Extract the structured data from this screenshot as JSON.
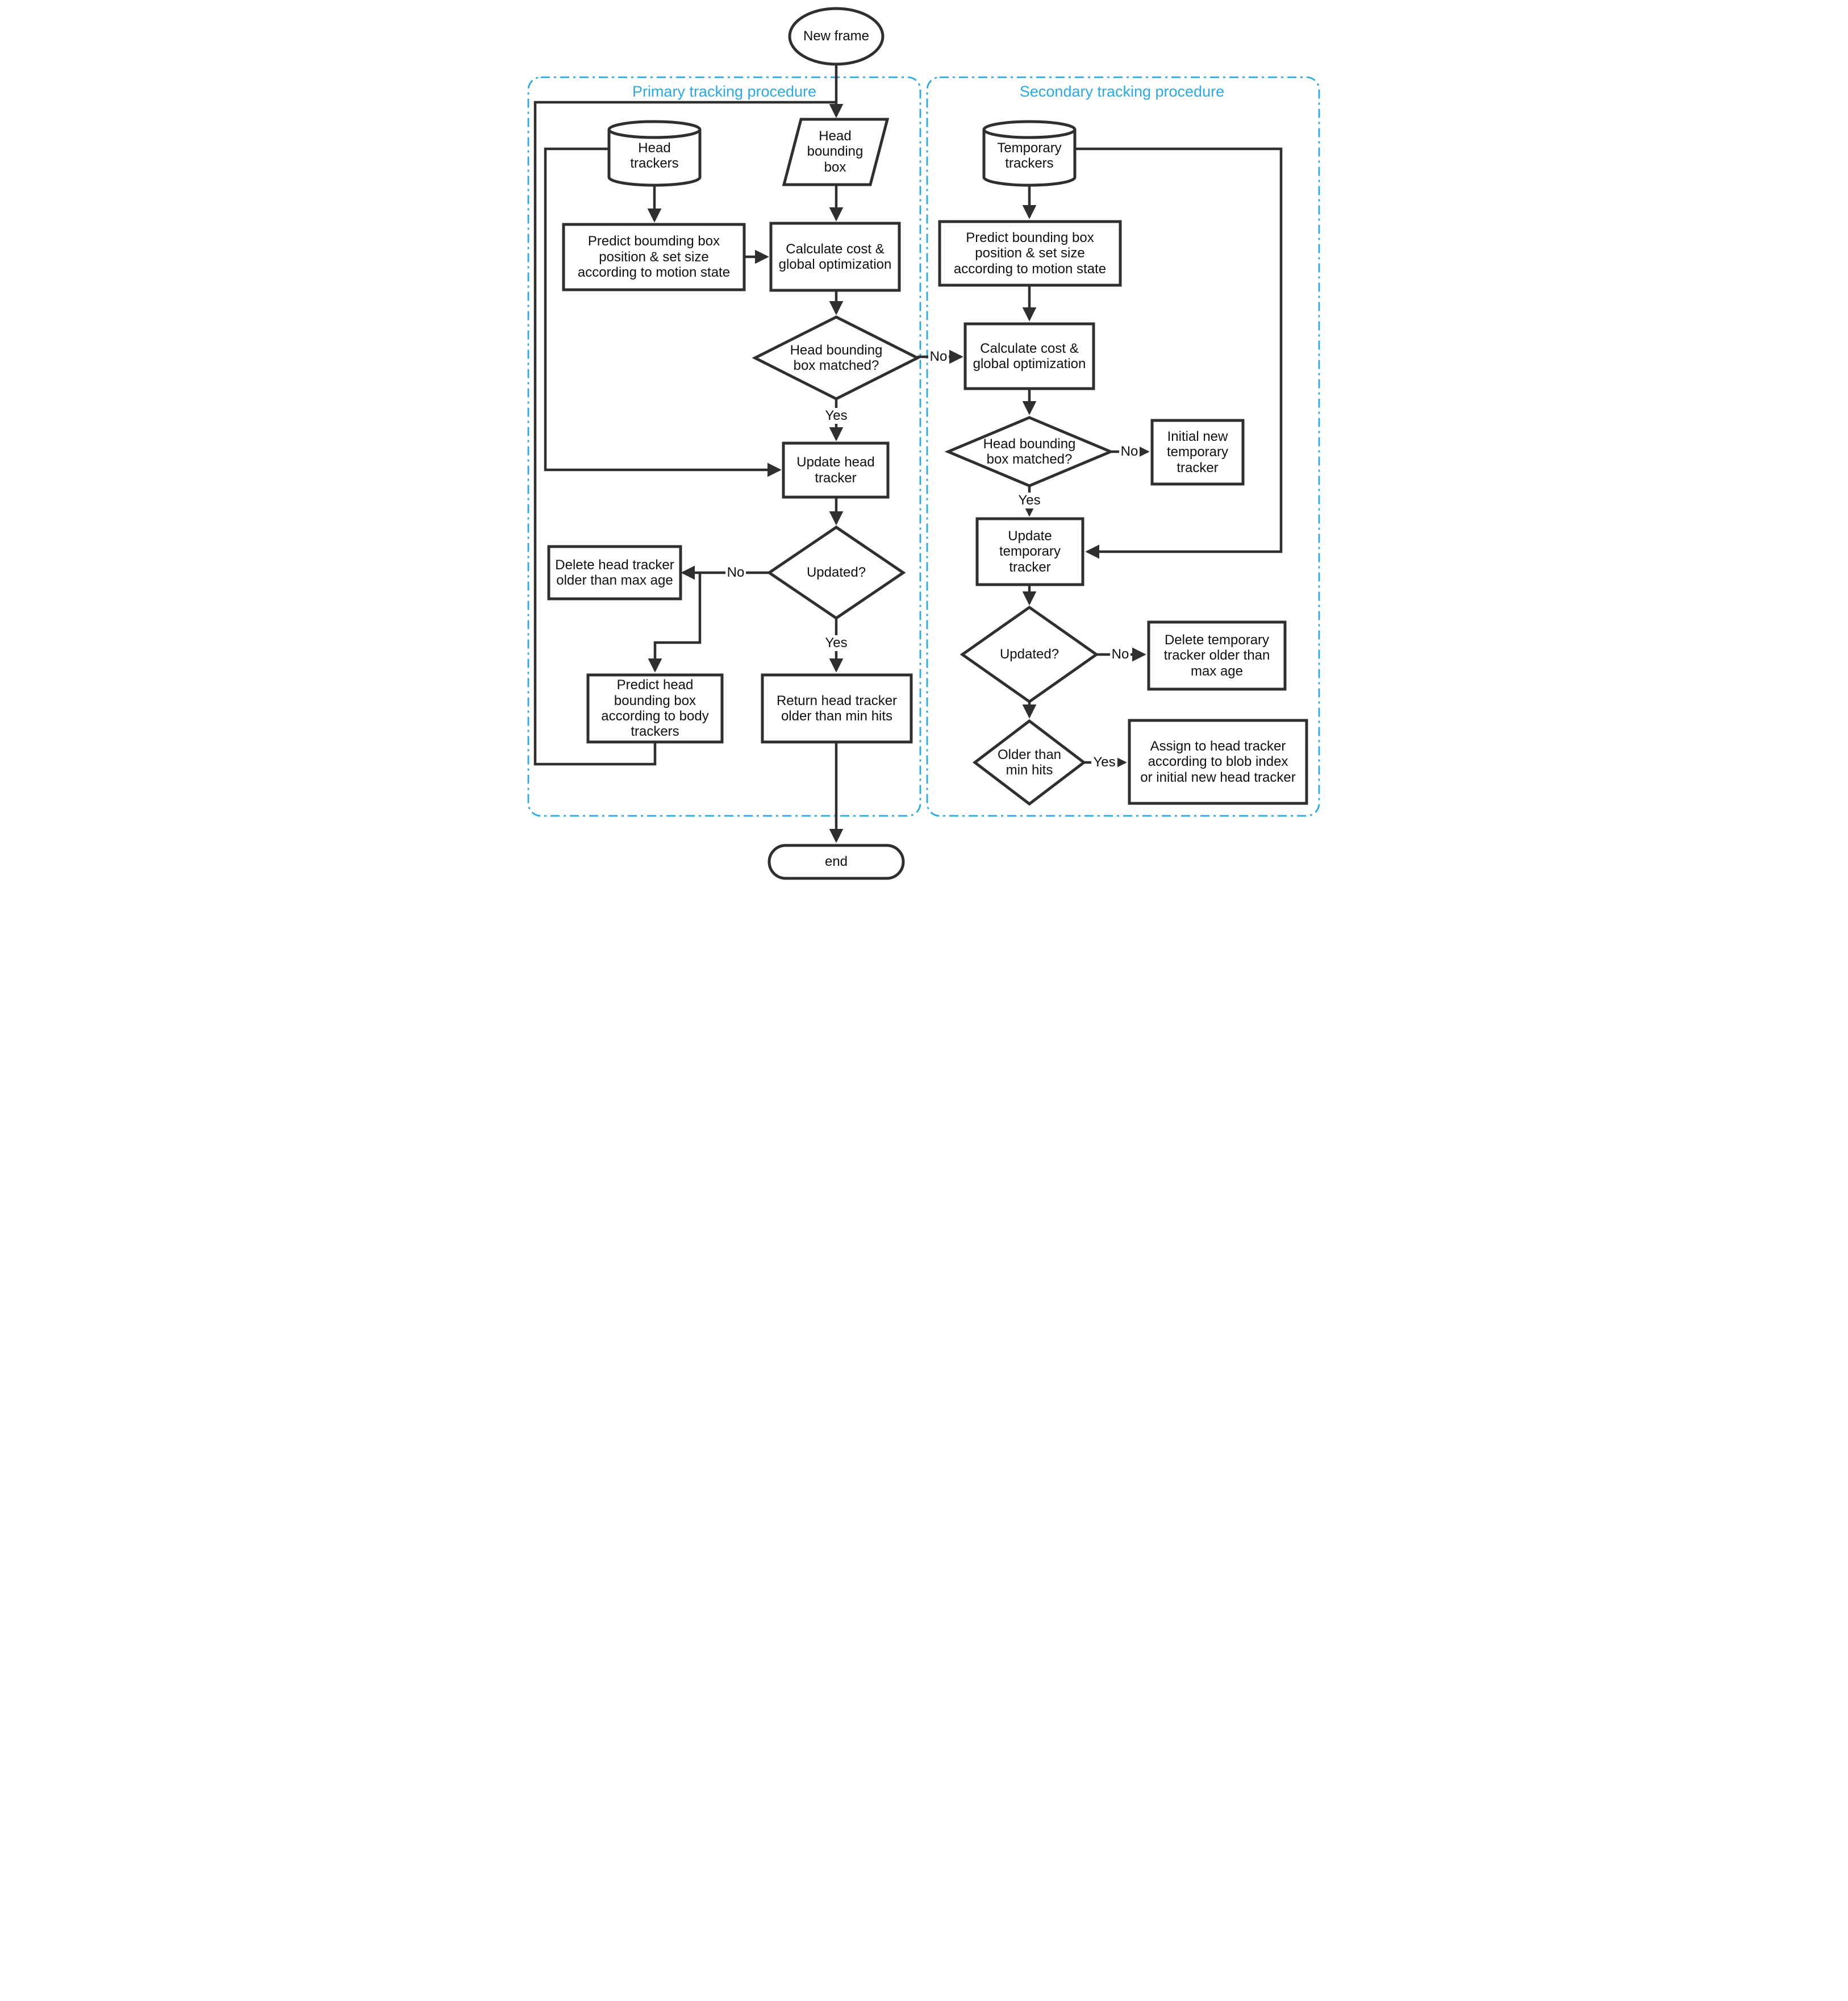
{
  "diagram": {
    "regions": {
      "primary": {
        "title": "Primary tracking procedure"
      },
      "secondary": {
        "title": "Secondary tracking procedure"
      }
    },
    "colors": {
      "accent": "#29a9e8",
      "line": "#2f2f2f",
      "background": "#ffffff"
    }
  },
  "nodes": {
    "new_frame": {
      "type": "terminator",
      "label": "New frame"
    },
    "head_trackers": {
      "type": "datastore",
      "label": "Head\ntrackers"
    },
    "head_bounding_box": {
      "type": "input-output",
      "label": "Head\nbounding\nbox"
    },
    "predict_primary": {
      "type": "process",
      "label": "Predict boumding box\nposition & set size\naccording to motion state"
    },
    "calc_primary": {
      "type": "process",
      "label": "Calculate cost &\nglobal optimization"
    },
    "matched_primary": {
      "type": "decision",
      "label": "Head bounding\nbox matched?"
    },
    "update_head": {
      "type": "process",
      "label": "Update head\ntracker"
    },
    "updated_primary": {
      "type": "decision",
      "label": "Updated?"
    },
    "delete_head": {
      "type": "process",
      "label": "Delete head tracker\nolder than max age"
    },
    "predict_head_body": {
      "type": "process",
      "label": "Predict head\nbounding box\naccording to body\ntrackers"
    },
    "return_head": {
      "type": "process",
      "label": "Return head tracker\nolder than min hits"
    },
    "end": {
      "type": "terminator",
      "label": "end"
    },
    "temp_trackers": {
      "type": "datastore",
      "label": "Temporary\ntrackers"
    },
    "predict_secondary": {
      "type": "process",
      "label": "Predict bounding box\nposition & set size\naccording to motion state"
    },
    "calc_secondary": {
      "type": "process",
      "label": "Calculate cost &\nglobal optimization"
    },
    "matched_secondary": {
      "type": "decision",
      "label": "Head bounding\nbox matched?"
    },
    "initial_new_temp": {
      "type": "process",
      "label": "Initial new\ntemporary\ntracker"
    },
    "update_temp": {
      "type": "process",
      "label": "Update\ntemporary\ntracker"
    },
    "updated_secondary": {
      "type": "decision",
      "label": "Updated?"
    },
    "delete_temp": {
      "type": "process",
      "label": "Delete temporary\ntracker older than\nmax age"
    },
    "older_min_hits": {
      "type": "decision",
      "label": "Older than\nmin hits"
    },
    "assign_head": {
      "type": "process",
      "label": "Assign to head tracker\naccording to blob index\nor initial new head tracker"
    }
  },
  "edge_labels": {
    "matched_primary_no": "No",
    "matched_primary_yes": "Yes",
    "updated_primary_no": "No",
    "updated_primary_yes": "Yes",
    "matched_secondary_no": "No",
    "matched_secondary_yes": "Yes",
    "updated_secondary_no": "No",
    "older_min_hits_yes": "Yes"
  }
}
